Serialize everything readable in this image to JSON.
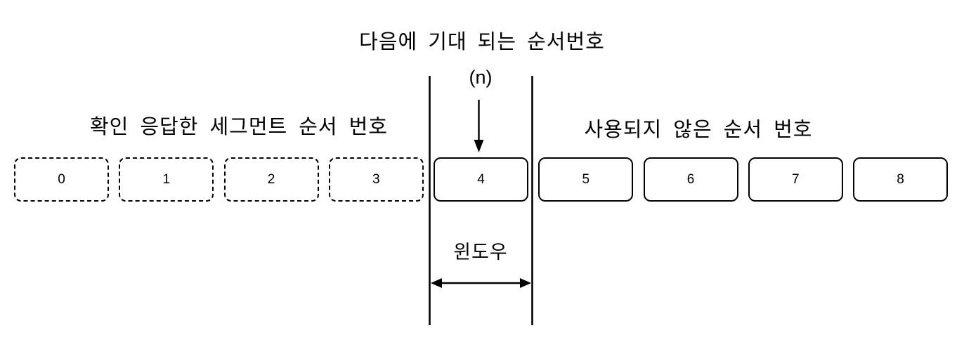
{
  "diagram": {
    "background": "#ffffff",
    "line_color": "#000000",
    "title": "다음에 기대 되는 순서번호",
    "pointer_label": "(n)",
    "left_label": "확인 응답한 세그먼트 순서 번호",
    "right_label": "사용되지 않은 순서 번호",
    "window_label": "윈도우",
    "boxes": [
      {
        "number": "0",
        "style": "dashed"
      },
      {
        "number": "1",
        "style": "dashed"
      },
      {
        "number": "2",
        "style": "dashed"
      },
      {
        "number": "3",
        "style": "dashed"
      },
      {
        "number": "4",
        "style": "solid"
      },
      {
        "number": "5",
        "style": "solid"
      },
      {
        "number": "6",
        "style": "solid"
      },
      {
        "number": "7",
        "style": "solid"
      },
      {
        "number": "8",
        "style": "solid"
      }
    ]
  }
}
